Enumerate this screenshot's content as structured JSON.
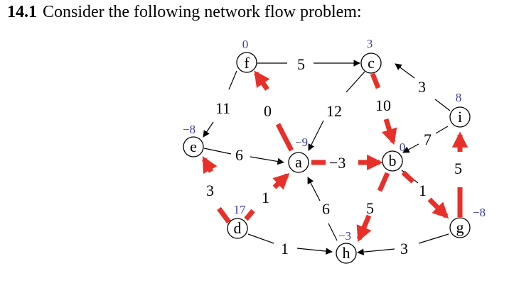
{
  "heading": {
    "number": "14.1",
    "text": "Consider the following network flow problem:"
  },
  "nodes": {
    "f": {
      "label": "f",
      "potential": "0"
    },
    "c": {
      "label": "c",
      "potential": "3"
    },
    "e": {
      "label": "e",
      "potential": "−8"
    },
    "a": {
      "label": "a",
      "potential": "−9"
    },
    "b": {
      "label": "b",
      "potential": "0"
    },
    "i": {
      "label": "i",
      "potential": "8"
    },
    "d": {
      "label": "d",
      "potential": "17"
    },
    "h": {
      "label": "h",
      "potential": "−3"
    },
    "g": {
      "label": "g",
      "potential": "−8"
    }
  },
  "edges": {
    "f_c": "5",
    "f_e": "11",
    "a_f": "0",
    "c_a": "12",
    "c_b": "10",
    "i_c": "3",
    "i_b": "7",
    "e_a": "6",
    "a_b": "−3",
    "d_e": "3",
    "d_a": "1",
    "h_a": "6",
    "b_h": "5",
    "b_g": "1",
    "g_i": "5",
    "d_h": "1",
    "g_h": "3"
  },
  "colors": {
    "tree_arc": "#e8302a",
    "potential": "#3a3aa8",
    "ink": "#000000"
  }
}
